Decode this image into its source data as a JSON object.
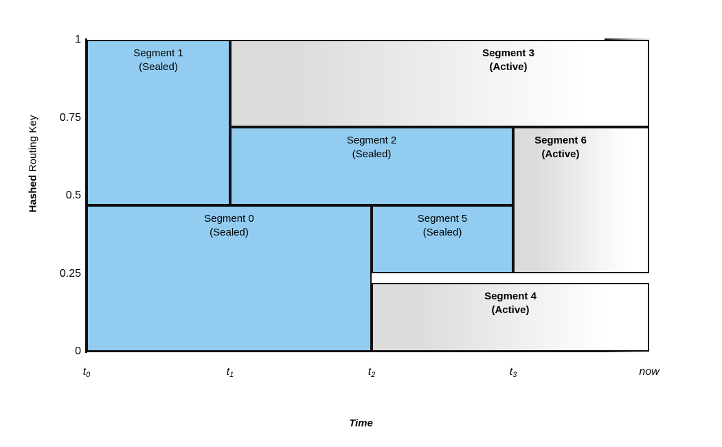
{
  "figure": {
    "x_axis_title": "Time",
    "y_axis_title_bold": "Hashed",
    "y_axis_title_rest": " Routing Key"
  },
  "chart_data": {
    "type": "timeline-blocks",
    "title": "",
    "xlabel": "Time",
    "ylabel": "Hashed Routing Key",
    "grid": false,
    "legend": "none",
    "ylim": [
      0,
      1
    ],
    "yticks": [
      "0",
      "0.25",
      "0.5",
      "0.75",
      "1"
    ],
    "ytick_values": [
      0,
      0.25,
      0.5,
      0.75,
      1
    ],
    "xticks": [
      "t0",
      "t1",
      "t2",
      "t3",
      "now"
    ],
    "xtick_main": [
      "t",
      "t",
      "t",
      "t",
      "now"
    ],
    "xtick_sub": [
      "0",
      "1",
      "2",
      "3",
      ""
    ],
    "xtick_values": [
      0,
      1,
      2,
      3,
      4
    ],
    "colors": {
      "sealed_fill": "#92cdf1",
      "active_fill_start": "#dcdcdc",
      "active_fill_end": "#ffffff",
      "stroke": "#111111",
      "background": "#ffffff"
    },
    "blocks": [
      {
        "id": "segment-1",
        "name": "Segment 1",
        "state": "(Sealed)",
        "status": "sealed",
        "x_start": "t0",
        "x_end": "t1",
        "y_start": 0.47,
        "y_end": 1.0
      },
      {
        "id": "segment-3",
        "name": "Segment 3",
        "state": "(Active)",
        "status": "active",
        "x_start": "t1",
        "x_end": "now",
        "y_start": 0.72,
        "y_end": 1.0
      },
      {
        "id": "segment-2",
        "name": "Segment 2",
        "state": "(Sealed)",
        "status": "sealed",
        "x_start": "t1",
        "x_end": "t3",
        "y_start": 0.47,
        "y_end": 0.72
      },
      {
        "id": "segment-6",
        "name": "Segment 6",
        "state": "(Active)",
        "status": "active",
        "x_start": "t3",
        "x_end": "now",
        "y_start": 0.25,
        "y_end": 0.72
      },
      {
        "id": "segment-0",
        "name": "Segment 0",
        "state": "(Sealed)",
        "status": "sealed",
        "x_start": "t0",
        "x_end": "t2",
        "y_start": 0.0,
        "y_end": 0.47
      },
      {
        "id": "segment-5",
        "name": "Segment 5",
        "state": "(Sealed)",
        "status": "sealed",
        "x_start": "t2",
        "x_end": "t3",
        "y_start": 0.25,
        "y_end": 0.47
      },
      {
        "id": "segment-4",
        "name": "Segment 4",
        "state": "(Active)",
        "status": "active",
        "x_start": "t2",
        "x_end": "now",
        "y_start": 0.0,
        "y_end": 0.22
      }
    ]
  }
}
